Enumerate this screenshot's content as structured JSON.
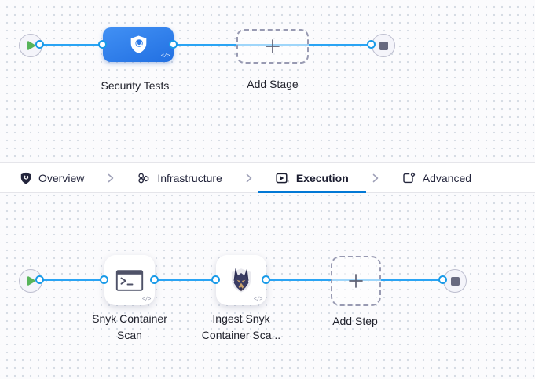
{
  "stage_flow": {
    "stage_label": "Security Tests",
    "add_stage_label": "Add Stage"
  },
  "tab_bar": {
    "tabs": [
      {
        "label": "Overview",
        "icon": "shield-check-icon",
        "active": false
      },
      {
        "label": "Infrastructure",
        "icon": "infrastructure-icon",
        "active": false
      },
      {
        "label": "Execution",
        "icon": "execution-play-icon",
        "active": true
      },
      {
        "label": "Advanced",
        "icon": "advanced-settings-icon",
        "active": false
      }
    ]
  },
  "step_flow": {
    "steps": [
      {
        "label": "Snyk Container Scan",
        "icon": "terminal-icon"
      },
      {
        "label": "Ingest Snyk Container Sca...",
        "icon": "snyk-dog-icon"
      }
    ],
    "add_step_label": "Add Step"
  },
  "badges": {
    "code_badge": "</>"
  },
  "colors": {
    "accent_blue": "#0278d5",
    "connector_blue": "#2aa4f4",
    "stage_node_blue": "#2b7de9",
    "play_green": "#57b45a",
    "stop_slate": "#686a80",
    "canvas_bg": "#fbfbfd"
  }
}
